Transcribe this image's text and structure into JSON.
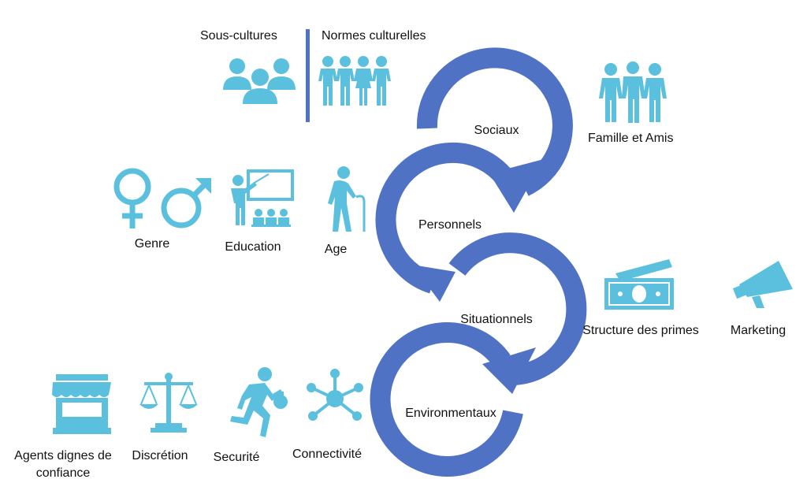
{
  "colors": {
    "arrow": "#4f72c4",
    "icon": "#5bc0de",
    "divider": "#4f72c4",
    "text": "#111111"
  },
  "stages": [
    {
      "label": "Sociaux"
    },
    {
      "label": "Personnels"
    },
    {
      "label": "Situationnels"
    },
    {
      "label": "Environmentaux"
    }
  ],
  "factors": {
    "sous_cultures": {
      "label": "Sous-cultures",
      "icon": "group-icon"
    },
    "normes": {
      "label": "Normes culturelles",
      "icon": "people-row-icon"
    },
    "famille": {
      "label": "Famille et Amis",
      "icon": "family-icon"
    },
    "genre": {
      "label": "Genre",
      "icon": "gender-icon"
    },
    "education": {
      "label": "Education",
      "icon": "teacher-icon"
    },
    "age": {
      "label": "Age",
      "icon": "elderly-icon"
    },
    "primes": {
      "label": "Structure des primes",
      "icon": "banknote-icon"
    },
    "marketing": {
      "label": "Marketing",
      "icon": "megaphone-icon"
    },
    "agents": {
      "label": "Agents dignes de confiance",
      "icon": "storefront-icon"
    },
    "discretion": {
      "label": "Discrétion",
      "icon": "scales-icon"
    },
    "securite": {
      "label": "Securité",
      "icon": "thief-icon"
    },
    "connectivite": {
      "label": "Connectivité",
      "icon": "network-icon"
    }
  }
}
